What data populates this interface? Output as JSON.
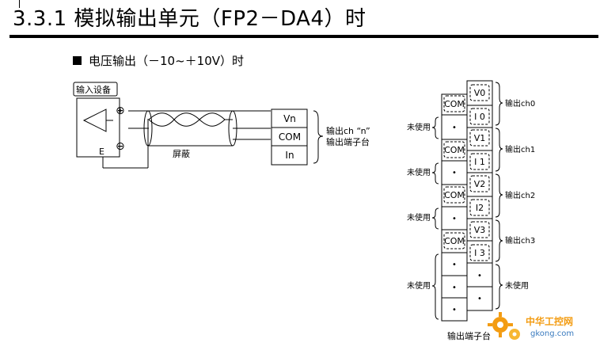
{
  "heading": "3.3.1 模拟输出单元（FP2－DA4）时",
  "subheading": "电压输出（－10~＋10V）时",
  "left_diagram": {
    "device_label": "输入设备",
    "plus_symbol": "⊕",
    "minus_symbol": "⊖",
    "ground_label": "E",
    "shield_label": "屏蔽",
    "terminals": [
      "Vn",
      "COM",
      "In"
    ],
    "note_line1": "输出ch “n”",
    "note_line2": "输出端子台"
  },
  "terminal_block": {
    "channels": [
      {
        "v_label": "V0",
        "i_label": "I 0",
        "com_label": "COM",
        "name": "输出ch0"
      },
      {
        "v_label": "V1",
        "i_label": "I 1",
        "com_label": "COM",
        "name": "输出ch1"
      },
      {
        "v_label": "V2",
        "i_label": "I2",
        "com_label": "COM",
        "name": "输出ch2"
      },
      {
        "v_label": "V3",
        "i_label": "I 3",
        "com_label": "COM",
        "name": "输出ch3"
      }
    ],
    "unused_label": "未使用",
    "dot": "•",
    "caption": "输出端子台"
  },
  "watermark": {
    "text1": "中华工控网",
    "text2": "gkong.com"
  },
  "colors": {
    "line": "#000000",
    "watermark_orange": "#f39c12",
    "watermark_blue": "#3a7bbf"
  }
}
